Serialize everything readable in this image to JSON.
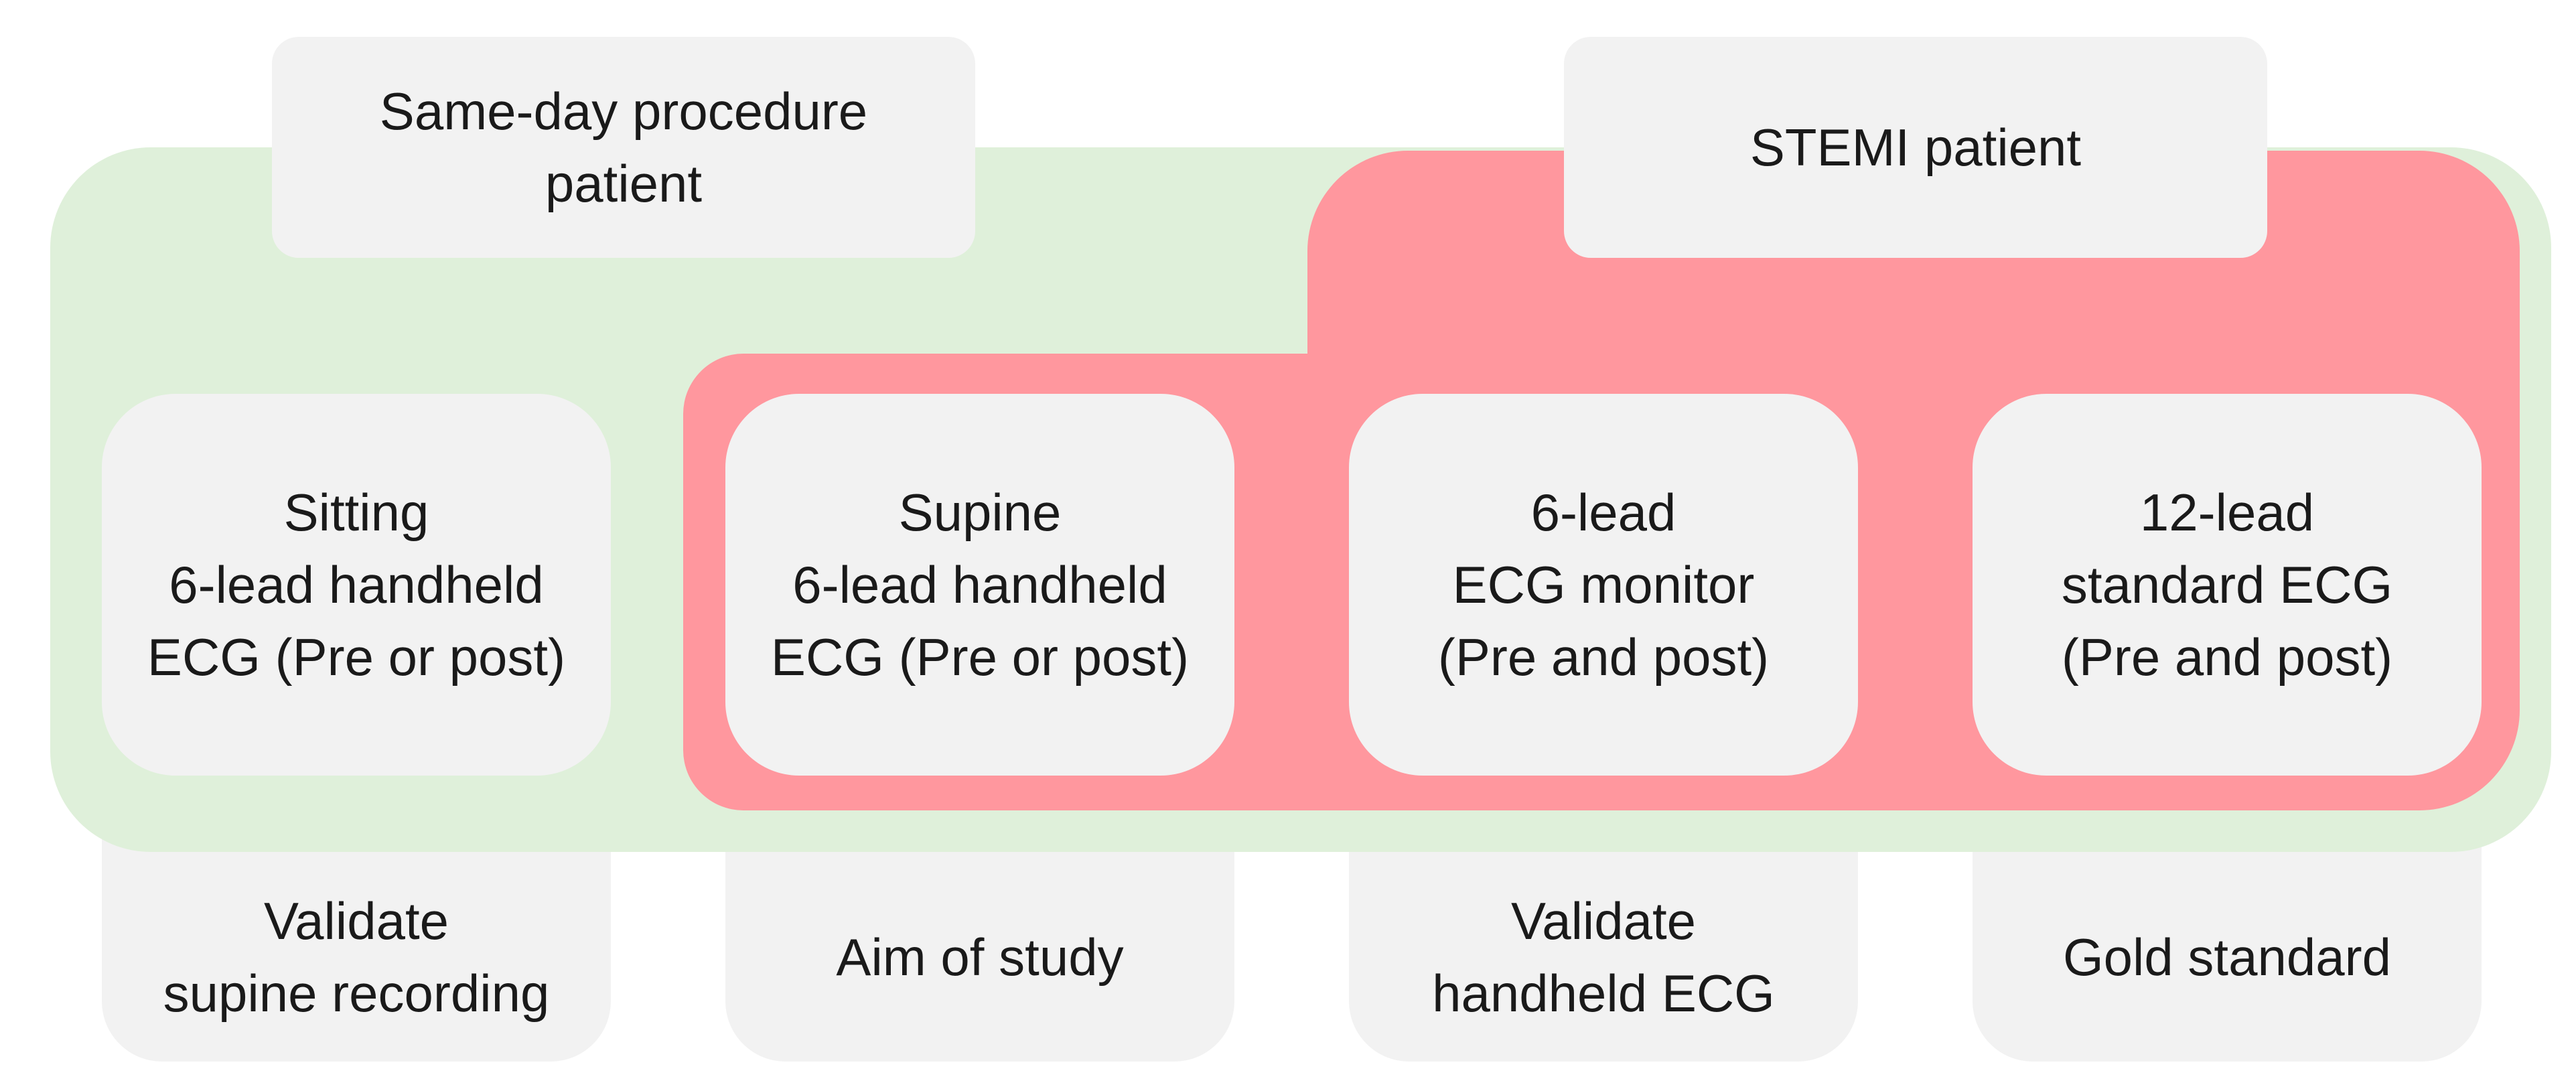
{
  "groups": {
    "same_day": "Same-day procedure\npatient",
    "stemi": "STEMI patient"
  },
  "columns": [
    {
      "recording": "Sitting\n6-lead handheld\nECG (Pre or post)",
      "purpose": "Validate\nsupine recording"
    },
    {
      "recording": "Supine\n6-lead handheld\nECG (Pre or post)",
      "purpose": "Aim of study"
    },
    {
      "recording": "6-lead\nECG monitor\n(Pre and post)",
      "purpose": "Validate\nhandheld ECG"
    },
    {
      "recording": "12-lead\nstandard ECG\n(Pre and post)",
      "purpose": "Gold standard"
    }
  ],
  "colors": {
    "same_day_region": "#dff0da",
    "stemi_region": "#ff979e",
    "box_fill": "#f2f2f2",
    "text": "#1a1a1a"
  }
}
